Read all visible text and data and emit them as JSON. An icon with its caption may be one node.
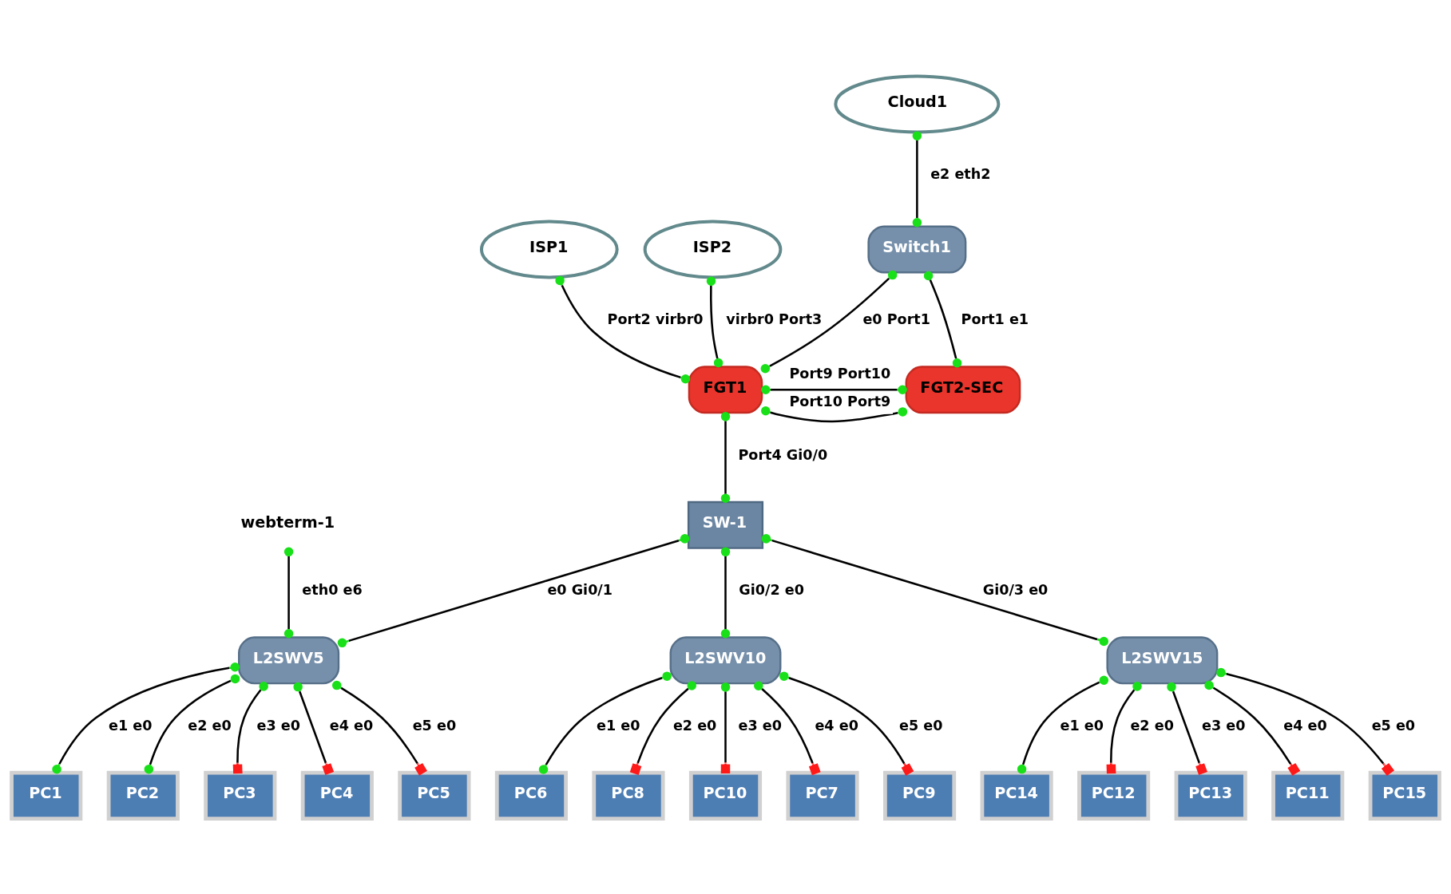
{
  "diagram": {
    "nodes": [
      {
        "text": [
          "Cloud1"
        ]
      },
      {
        "text": [
          "ISP1"
        ]
      },
      {
        "text": [
          "ISP2"
        ]
      },
      {
        "text": [
          "Switch1"
        ]
      },
      {
        "text": [
          "FGT1"
        ]
      },
      {
        "text": [
          "FGT2-SEC"
        ]
      },
      {
        "text": [
          "webterm-1"
        ]
      },
      {
        "text": [
          "SW-1"
        ]
      },
      {
        "text": [
          "L2SWV5"
        ]
      },
      {
        "text": [
          "L2SWV10"
        ]
      },
      {
        "text": [
          "L2SWV15"
        ]
      },
      {
        "text": [
          "PC1"
        ]
      },
      {
        "text": [
          "PC2"
        ]
      },
      {
        "text": [
          "PC3"
        ]
      },
      {
        "text": [
          "PC4"
        ]
      },
      {
        "text": [
          "PC5"
        ]
      },
      {
        "text": [
          "PC6"
        ]
      },
      {
        "text": [
          "PC8"
        ]
      },
      {
        "text": [
          "PC10"
        ]
      },
      {
        "text": [
          "PC7"
        ]
      },
      {
        "text": [
          "PC9"
        ]
      },
      {
        "text": [
          "PC14"
        ]
      },
      {
        "text": [
          "PC12"
        ]
      },
      {
        "text": [
          "PC13"
        ]
      },
      {
        "text": [
          "PC11"
        ]
      },
      {
        "text": [
          "PC15"
        ]
      }
    ],
    "edges": [
      {
        "from": 0,
        "to": 3,
        "arrow": "other",
        "label": "e2 eth2"
      },
      {
        "from": 1,
        "to": 4,
        "arrow": "other",
        "label": "Port2 virbr0"
      },
      {
        "from": 2,
        "to": 4,
        "arrow": "other",
        "label": "virbr0 Port3"
      },
      {
        "from": 3,
        "to": 4,
        "arrow": "other",
        "label": "e0 Port1"
      },
      {
        "from": 3,
        "to": 5,
        "arrow": "other",
        "label": "Port1 e1"
      },
      {
        "from": 4,
        "to": 5,
        "arrow": "other",
        "label": "Port9 Port10"
      },
      {
        "from": 4,
        "to": 5,
        "arrow": "other",
        "label": "Port10 Port9"
      },
      {
        "from": 4,
        "to": 7,
        "arrow": "other",
        "label": "Port4 Gi0/0"
      },
      {
        "from": 6,
        "to": 8,
        "arrow": "other",
        "label": "eth0 e6"
      },
      {
        "from": 7,
        "to": 8,
        "arrow": "other",
        "label": "e0 Gi0/1"
      },
      {
        "from": 7,
        "to": 9,
        "arrow": "other",
        "label": "Gi0/2 e0"
      },
      {
        "from": 7,
        "to": 10,
        "arrow": "other",
        "label": "Gi0/3 e0"
      },
      {
        "from": 8,
        "to": 11,
        "arrow": "other",
        "label": "e1 e0"
      },
      {
        "from": 8,
        "to": 12,
        "arrow": "other",
        "label": "e2 e0"
      },
      {
        "from": 8,
        "to": 13,
        "arrow": "other",
        "label": "e3 e0"
      },
      {
        "from": 8,
        "to": 14,
        "arrow": "other",
        "label": "e4 e0"
      },
      {
        "from": 8,
        "to": 15,
        "arrow": "other",
        "label": "e5 e0"
      },
      {
        "from": 9,
        "to": 16,
        "arrow": "other",
        "label": "e1 e0"
      },
      {
        "from": 9,
        "to": 17,
        "arrow": "other",
        "label": "e2 e0"
      },
      {
        "from": 9,
        "to": 18,
        "arrow": "other",
        "label": "e3 e0"
      },
      {
        "from": 9,
        "to": 19,
        "arrow": "other",
        "label": "e4 e0"
      },
      {
        "from": 9,
        "to": 20,
        "arrow": "other",
        "label": "e5 e0"
      },
      {
        "from": 10,
        "to": 21,
        "arrow": "other",
        "label": "e1 e0"
      },
      {
        "from": 10,
        "to": 22,
        "arrow": "other",
        "label": "e2 e0"
      },
      {
        "from": 10,
        "to": 23,
        "arrow": "other",
        "label": "e3 e0"
      },
      {
        "from": 10,
        "to": 24,
        "arrow": "other",
        "label": "e4 e0"
      },
      {
        "from": 10,
        "to": 25,
        "arrow": "other",
        "label": "e5 e0"
      }
    ]
  }
}
